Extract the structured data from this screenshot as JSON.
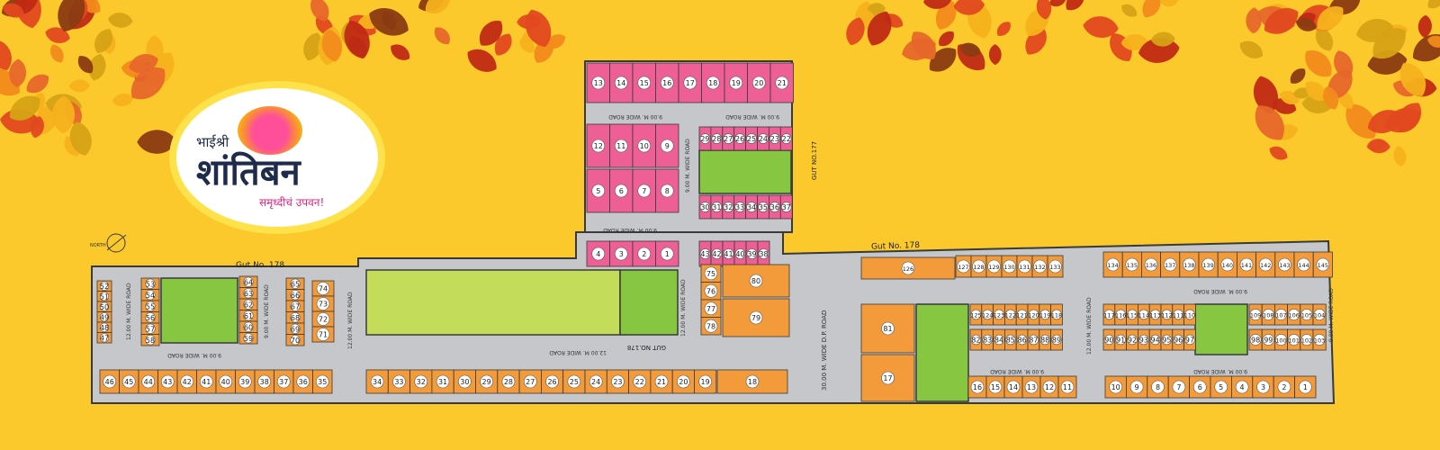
{
  "logo": {
    "prefix": "भाईश्री",
    "name": "शांतिबन",
    "tagline": "समृध्दीचं उपवन!"
  },
  "labels": {
    "north": "NORTH",
    "gut_178_left": "Gut No. 178",
    "gut_178_right": "Gut No. 178",
    "gut_177": "GUT NO.177",
    "gut_178_road": "GUT NO.178"
  },
  "roads": {
    "r9_top": "9.00 M. WIDE ROAD",
    "r9_mid": "9.00 M. WIDE ROAD",
    "r9_mid2": "9.00 M. WIDE ROAD",
    "r9_vert": "9.00 M. WIDE ROAD",
    "r12_main": "12.00 M. WIDE ROAD",
    "r12_left": "12.00 M. WIDE ROAD",
    "r9_left_a": "9.00 M. WIDE ROAD",
    "r9_left_b": "9.00 M. WIDE ROAD",
    "r12_vert": "12.00 M. WIDE ROAD",
    "r30_dp": "30.00 M. WIDE D.P. ROAD",
    "r9_right_a": "9.00 M. WIDE ROAD",
    "r12_right_v": "12.00 M. WIDE ROAD",
    "r9_right_b": "9.00 M. WIDE ROAD",
    "r9_right_c": "9.00 M. WIDE ROAD",
    "r9_far_right": "9.00 M. WIDE ROAD"
  },
  "colors": {
    "background": "#fbc92b",
    "road": "#c5c7ca",
    "pink_plot": "#ee5f95",
    "orange_plot": "#f39a3a",
    "open_space": "#86c640",
    "amenity": "#c3dc5a",
    "outline": "#3a3a3a"
  },
  "plots": {
    "pink_top": [
      "13",
      "14",
      "15",
      "16",
      "17",
      "18",
      "19",
      "20",
      "21"
    ],
    "pink_left_upper": [
      "12",
      "11",
      "10",
      "9"
    ],
    "pink_left_lower": [
      "5",
      "6",
      "7",
      "8"
    ],
    "pink_right_upper": [
      "29",
      "28",
      "27",
      "26",
      "25",
      "24",
      "23",
      "22"
    ],
    "pink_right_lower": [
      "30",
      "31",
      "32",
      "33",
      "34",
      "35",
      "36",
      "37"
    ],
    "pink_bottom": [
      "4",
      "3",
      "2",
      "1"
    ],
    "pink_bottom_right": [
      "43",
      "42",
      "41",
      "40",
      "39",
      "38"
    ],
    "mid_column": [
      "75",
      "76",
      "77",
      "78"
    ],
    "mid_big": [
      "80",
      "79"
    ],
    "left_col_a": [
      "52",
      "51",
      "50",
      "49",
      "48",
      "47"
    ],
    "left_col_b": [
      "53",
      "54",
      "55",
      "56",
      "57",
      "58"
    ],
    "left_col_c": [
      "64",
      "63",
      "62",
      "61",
      "60",
      "59"
    ],
    "left_col_d": [
      "65",
      "66",
      "67",
      "68",
      "69",
      "70"
    ],
    "left_col_e": [
      "74",
      "73",
      "72",
      "71"
    ],
    "bottom_left_row": [
      "46",
      "45",
      "44",
      "43",
      "42",
      "41",
      "40",
      "39",
      "38",
      "37",
      "36",
      "35"
    ],
    "bottom_mid_row": [
      "34",
      "33",
      "32",
      "31",
      "30",
      "29",
      "28",
      "27",
      "26",
      "25",
      "24",
      "23",
      "22",
      "21",
      "20",
      "19"
    ],
    "bottom_mid_big": "18",
    "right_big": [
      "81",
      "17"
    ],
    "right_top_row_a": [
      "126"
    ],
    "right_top_row_b": [
      "127",
      "128",
      "129",
      "130",
      "131",
      "132",
      "133"
    ],
    "right_top_row_c": [
      "134",
      "135",
      "136",
      "137",
      "138",
      "139",
      "140",
      "141",
      "142",
      "143",
      "144",
      "145"
    ],
    "right_block_a_top": [
      "125",
      "124",
      "123",
      "122",
      "121",
      "120",
      "119",
      "118"
    ],
    "right_block_a_bot": [
      "82",
      "83",
      "84",
      "85",
      "86",
      "87",
      "88",
      "89"
    ],
    "right_block_b_top": [
      "117",
      "116",
      "115",
      "114",
      "113",
      "112",
      "111",
      "110"
    ],
    "right_block_b_bot": [
      "90",
      "91",
      "92",
      "93",
      "94",
      "95",
      "96",
      "97"
    ],
    "right_block_c_top": [
      "109",
      "108",
      "107",
      "106",
      "105",
      "104"
    ],
    "right_block_c_bot": [
      "98",
      "99",
      "100",
      "101",
      "102",
      "103"
    ],
    "right_bottom_a": [
      "16",
      "15",
      "14",
      "13",
      "12",
      "11"
    ],
    "right_bottom_b": [
      "10",
      "9",
      "8",
      "7",
      "6",
      "5",
      "4",
      "3",
      "2",
      "1"
    ]
  }
}
